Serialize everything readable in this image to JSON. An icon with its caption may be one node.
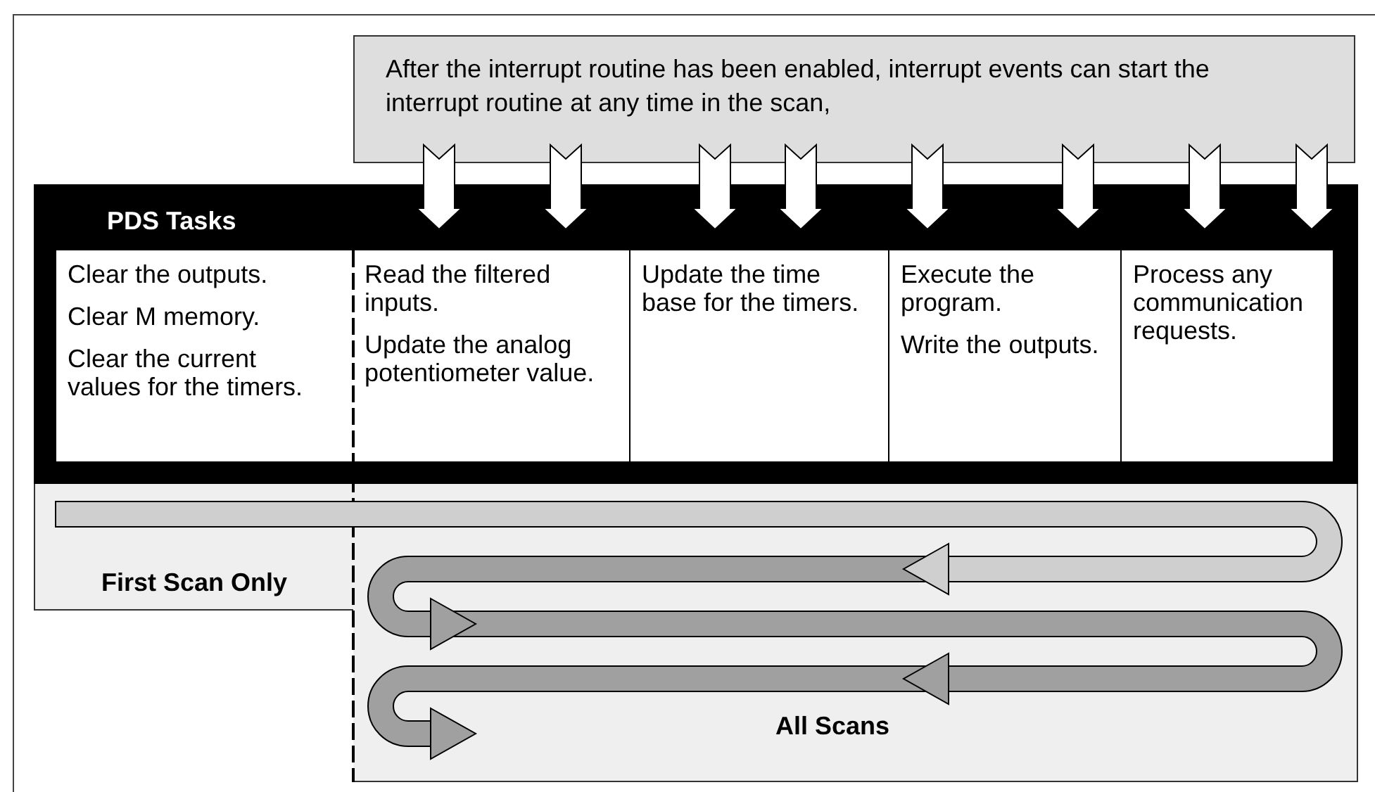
{
  "diagram": {
    "nodes": [
      {
        "text": [
          "After the interrupt routine has been enabled, interrupt events can start the interrupt routine at any time in the scan,"
        ]
      },
      {
        "text": [
          "PDS Tasks"
        ]
      },
      {
        "text": [
          "Clear the outputs.",
          "Clear M memory.",
          "Clear the current values for the timers."
        ],
        "in": 1
      },
      {
        "text": [
          "Read the filtered inputs.",
          "Update the analog potentiometer value."
        ],
        "in": 1
      },
      {
        "text": [
          "Update the time base for the timers."
        ],
        "in": 1
      },
      {
        "text": [
          "Execute the program.",
          "Write the outputs."
        ],
        "in": 1
      },
      {
        "text": [
          "Process any communication requests."
        ],
        "in": 1
      },
      {
        "text": [
          "First Scan Only"
        ]
      },
      {
        "text": [
          "All Scans"
        ]
      }
    ],
    "edges": [
      {
        "from": 0,
        "to": 1,
        "arrow": "to"
      },
      {
        "from": 0,
        "to": 1,
        "arrow": "to"
      },
      {
        "from": 0,
        "to": 1,
        "arrow": "to"
      },
      {
        "from": 0,
        "to": 1,
        "arrow": "to"
      },
      {
        "from": 0,
        "to": 1,
        "arrow": "to"
      },
      {
        "from": 0,
        "to": 1,
        "arrow": "to"
      },
      {
        "from": 0,
        "to": 1,
        "arrow": "to"
      },
      {
        "from": 0,
        "to": 1,
        "arrow": "to"
      },
      {
        "from": 7,
        "to": 8,
        "arrow": "to",
        "color": "#cfcfcf"
      }
    ]
  }
}
